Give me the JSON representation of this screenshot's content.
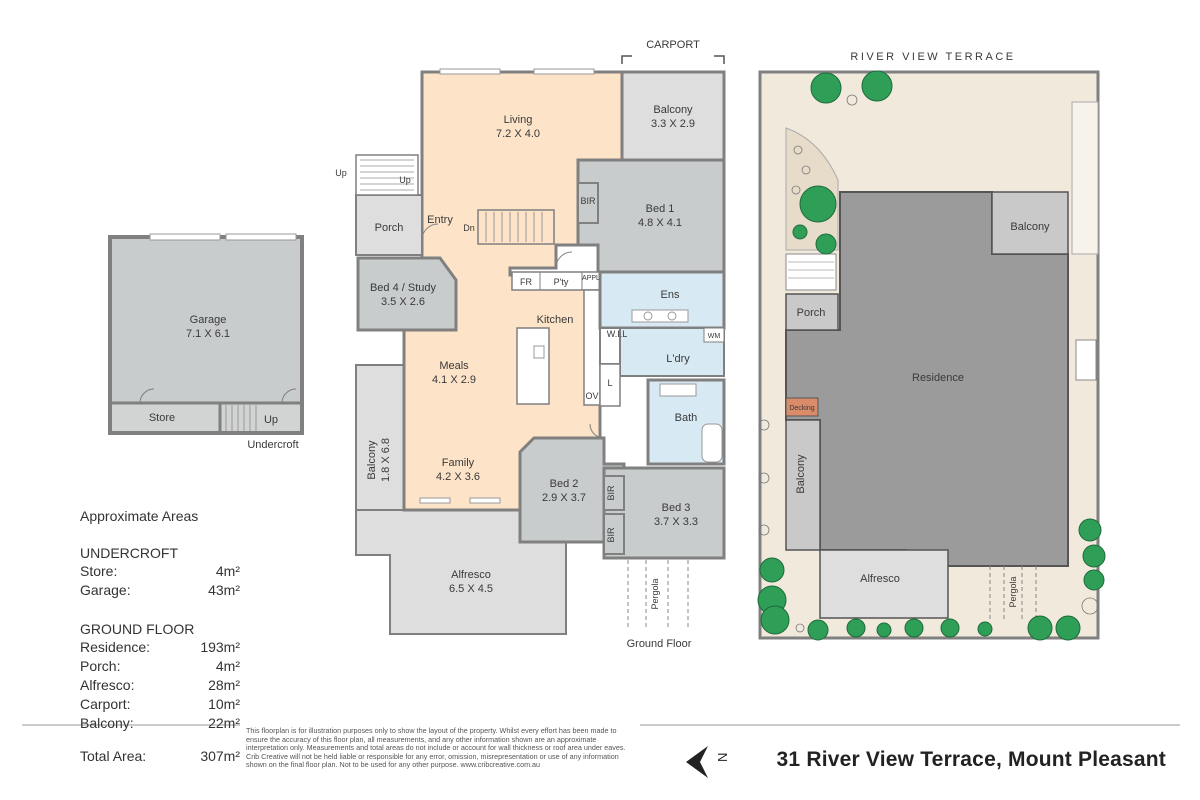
{
  "carport_label": "CARPORT",
  "street_label": "RIVER VIEW TERRACE",
  "undercroft_caption": "Undercroft",
  "ground_floor_caption": "Ground Floor",
  "rooms": {
    "living": {
      "name": "Living",
      "dims": "7.2 X 4.0"
    },
    "balcony_top": {
      "name": "Balcony",
      "dims": "3.3 X 2.9"
    },
    "bed1": {
      "name": "Bed 1",
      "dims": "4.8 X 4.1"
    },
    "bed4": {
      "name": "Bed 4 / Study",
      "dims": "3.5 X 2.6"
    },
    "meals": {
      "name": "Meals",
      "dims": "4.1 X 2.9"
    },
    "family": {
      "name": "Family",
      "dims": "4.2 X 3.6"
    },
    "bed2": {
      "name": "Bed 2",
      "dims": "2.9 X 3.7"
    },
    "bed3": {
      "name": "Bed 3",
      "dims": "3.7 X 3.3"
    },
    "alfresco": {
      "name": "Alfresco",
      "dims": "6.5 X 4.5"
    },
    "balcony_side": {
      "name": "Balcony",
      "dims": "1.8 X 6.8"
    },
    "garage": {
      "name": "Garage",
      "dims": "7.1 X 6.1"
    },
    "store": "Store",
    "porch": "Porch",
    "entry": "Entry",
    "kitchen": "Kitchen",
    "ens": "Ens",
    "ldry": "L'dry",
    "bath": "Bath",
    "wil": "W.I.L",
    "bir": "BIR",
    "fr": "FR",
    "pty": "P'ty",
    "appl": "APPL",
    "ov": "OV",
    "l": "L",
    "wm": "WM",
    "pergola": "Pergola",
    "up": "Up",
    "dn": "Dn"
  },
  "site": {
    "residence": "Residence",
    "balcony_top": "Balcony",
    "balcony_side": "Balcony",
    "porch": "Porch",
    "decking": "Decking",
    "alfresco": "Alfresco",
    "pergola": "Pergola"
  },
  "areas": {
    "heading": "Approximate Areas",
    "sections": [
      {
        "title": "UNDERCROFT",
        "rows": [
          {
            "label": "Store:",
            "value": "4m²"
          },
          {
            "label": "Garage:",
            "value": "43m²"
          }
        ]
      },
      {
        "title": "GROUND FLOOR",
        "rows": [
          {
            "label": "Residence:",
            "value": "193m²"
          },
          {
            "label": "Porch:",
            "value": "4m²"
          },
          {
            "label": "Alfresco:",
            "value": "28m²"
          },
          {
            "label": "Carport:",
            "value": "10m²"
          },
          {
            "label": "Balcony:",
            "value": "22m²"
          }
        ]
      }
    ],
    "total_label": "Total Area:",
    "total_value": "307m²"
  },
  "disclaimer": "This floorplan is for illustration purposes only to show the layout of the property. Whilst every effort has been made to ensure the accuracy of this floor plan, all measurements, and any other information shown are an approximate interpretation only. Measurements and total areas do not include or account for wall thickness or roof area under eaves. Crib Creative will not be held liable or responsible for any error, omission, misrepresentation or use of any information shown on the final floor plan. Not to be used for any other purpose. www.cribcreative.com.au",
  "compass_letter": "N",
  "address": "31 River View Terrace, Mount Pleasant",
  "colors": {
    "living": "#fde3c8",
    "room": "#c9cccc",
    "wet": "#d7e9f3",
    "outdoor": "#dedede",
    "wall": "#808080",
    "site_ground": "#f1e9dc",
    "residence": "#9b9b9b",
    "decking": "#d98b6a",
    "tree": "#2f9e57"
  }
}
